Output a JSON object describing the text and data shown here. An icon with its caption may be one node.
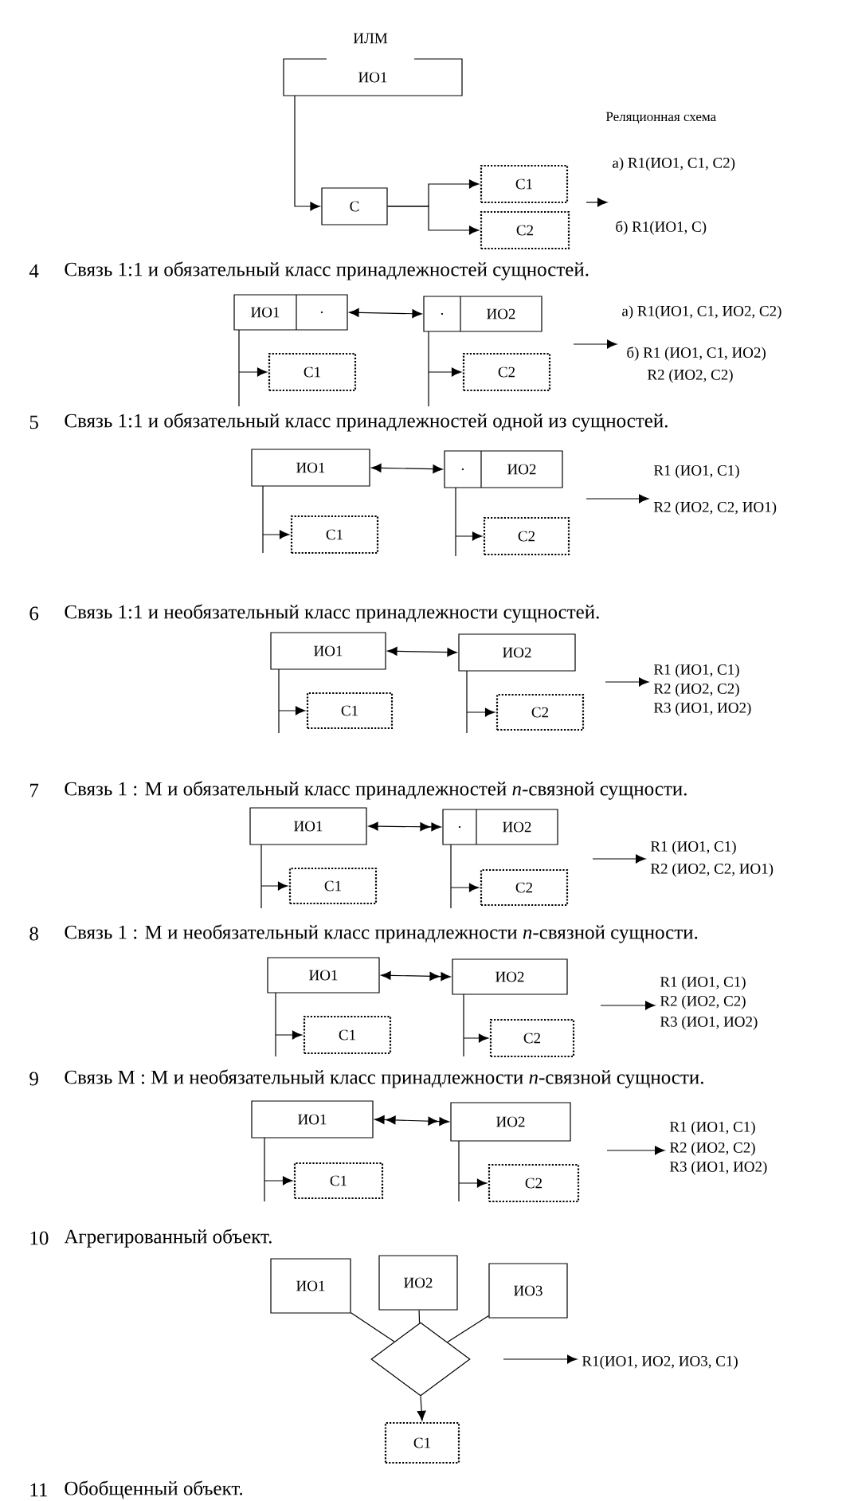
{
  "diagram": {
    "nodes": [
      {
        "text": [
          "ИЛМ",
          "ИО1"
        ]
      },
      {
        "text": [
          "С"
        ]
      },
      {
        "text": [
          "С1"
        ]
      },
      {
        "text": [
          "С2"
        ]
      },
      {
        "text": [
          "а) R1(ИО1, С1, С2)",
          "б) R1(ИО1, С)"
        ]
      },
      {
        "text": [
          "ИО1",
          "."
        ]
      },
      {
        "text": [
          ".",
          "ИО2"
        ]
      },
      {
        "text": [
          "С1"
        ]
      },
      {
        "text": [
          "С2"
        ]
      },
      {
        "text": [
          "а) R1(ИО1, С1, ИО2, С2)",
          "б) R1 (ИО1, С1, ИО2)",
          "R2 (ИО2, С2)"
        ]
      },
      {
        "text": [
          "ИО1"
        ]
      },
      {
        "text": [
          ".",
          "ИО2"
        ]
      },
      {
        "text": [
          "С1"
        ]
      },
      {
        "text": [
          "С2"
        ]
      },
      {
        "text": [
          "R1 (ИО1, С1)",
          "R2 (ИО2, С2, ИО1)"
        ]
      },
      {
        "text": [
          "ИО1"
        ]
      },
      {
        "text": [
          "ИО2"
        ]
      },
      {
        "text": [
          "С1"
        ]
      },
      {
        "text": [
          "С2"
        ]
      },
      {
        "text": [
          "R1 (ИО1, С1)",
          "R2 (ИО2, С2)",
          "R3 (ИО1, ИО2)"
        ]
      },
      {
        "text": [
          "ИО1"
        ]
      },
      {
        "text": [
          ".",
          "ИО2"
        ]
      },
      {
        "text": [
          "С1"
        ]
      },
      {
        "text": [
          "С2"
        ]
      },
      {
        "text": [
          "R1 (ИО1, С1)",
          "R2 (ИО2, С2, ИО1)"
        ]
      },
      {
        "text": [
          "ИО1"
        ]
      },
      {
        "text": [
          "ИО2"
        ]
      },
      {
        "text": [
          "С1"
        ]
      },
      {
        "text": [
          "С2"
        ]
      },
      {
        "text": [
          "R1 (ИО1, С1)",
          "R2 (ИО2, С2)",
          "R3 (ИО1, ИО2)"
        ]
      },
      {
        "text": [
          "ИО1"
        ]
      },
      {
        "text": [
          "ИО2"
        ]
      },
      {
        "text": [
          "С1"
        ]
      },
      {
        "text": [
          "С2"
        ]
      },
      {
        "text": [
          "R1 (ИО1, С1)",
          "R2 (ИО2, С2)",
          "R3 (ИО1, ИО2)"
        ]
      },
      {
        "text": [
          "ИО1"
        ]
      },
      {
        "text": [
          "ИО2"
        ]
      },
      {
        "text": [
          "ИО3"
        ]
      },
      {
        "text": [],
        "shape": "diamond"
      },
      {
        "text": [
          "С1"
        ]
      },
      {
        "text": [
          "R1(ИО1, ИО2, ИО3, С1)"
        ]
      }
    ],
    "edges": [
      {
        "from": 0,
        "to": 1,
        "arrow": "to"
      },
      {
        "from": 1,
        "to": 2,
        "arrow": "to"
      },
      {
        "from": 1,
        "to": 3,
        "arrow": "to"
      },
      {
        "from": null,
        "to": 4,
        "arrow": "to"
      },
      {
        "from": 5,
        "to": 6,
        "arrow": "both"
      },
      {
        "from": 5,
        "to": 7,
        "arrow": "to"
      },
      {
        "from": 6,
        "to": 8,
        "arrow": "to"
      },
      {
        "from": null,
        "to": 9,
        "arrow": "to"
      },
      {
        "from": 10,
        "to": 11,
        "arrow": "both"
      },
      {
        "from": 10,
        "to": 12,
        "arrow": "to"
      },
      {
        "from": 11,
        "to": 13,
        "arrow": "to"
      },
      {
        "from": null,
        "to": 14,
        "arrow": "to"
      },
      {
        "from": 15,
        "to": 16,
        "arrow": "both"
      },
      {
        "from": 15,
        "to": 17,
        "arrow": "to"
      },
      {
        "from": 16,
        "to": 18,
        "arrow": "to"
      },
      {
        "from": null,
        "to": 19,
        "arrow": "to"
      },
      {
        "from": 20,
        "to": 21,
        "arrow": "both"
      },
      {
        "from": 20,
        "to": 22,
        "arrow": "to"
      },
      {
        "from": 21,
        "to": 23,
        "arrow": "to"
      },
      {
        "from": null,
        "to": 24,
        "arrow": "to"
      },
      {
        "from": 25,
        "to": 26,
        "arrow": "both"
      },
      {
        "from": 25,
        "to": 27,
        "arrow": "to"
      },
      {
        "from": 26,
        "to": 28,
        "arrow": "to"
      },
      {
        "from": null,
        "to": 29,
        "arrow": "to"
      },
      {
        "from": 30,
        "to": 31,
        "arrow": "both"
      },
      {
        "from": 30,
        "to": 32,
        "arrow": "to"
      },
      {
        "from": 31,
        "to": 33,
        "arrow": "to"
      },
      {
        "from": null,
        "to": 34,
        "arrow": "to"
      },
      {
        "from": 35,
        "to": 38,
        "arrow": "none"
      },
      {
        "from": 36,
        "to": 38,
        "arrow": "none"
      },
      {
        "from": 37,
        "to": 38,
        "arrow": "none"
      },
      {
        "from": 38,
        "to": 39,
        "arrow": "to"
      },
      {
        "from": null,
        "to": 40,
        "arrow": "to"
      }
    ],
    "labels": [
      "Реляционная схема",
      "4",
      "Связь 1:1 и обязательный класс принадлежностей сущностей.",
      "5",
      "Связь 1:1 и обязательный класс принадлежностей одной из сущностей.",
      "6",
      "Связь 1:1 и необязательный класс принадлежности сущностей.",
      "7",
      "Связь 1 : М и обязательный класс принадлежностей *n*-связной сущности.",
      "8",
      "Связь 1 : М и необязательный класс принадлежности *n*-связной сущности.",
      "9",
      "Связь М : М и необязательный класс принадлежности *n*-связной сущности.",
      "10",
      "Агрегированный объект.",
      "11",
      "Обобщенный объект."
    ]
  }
}
